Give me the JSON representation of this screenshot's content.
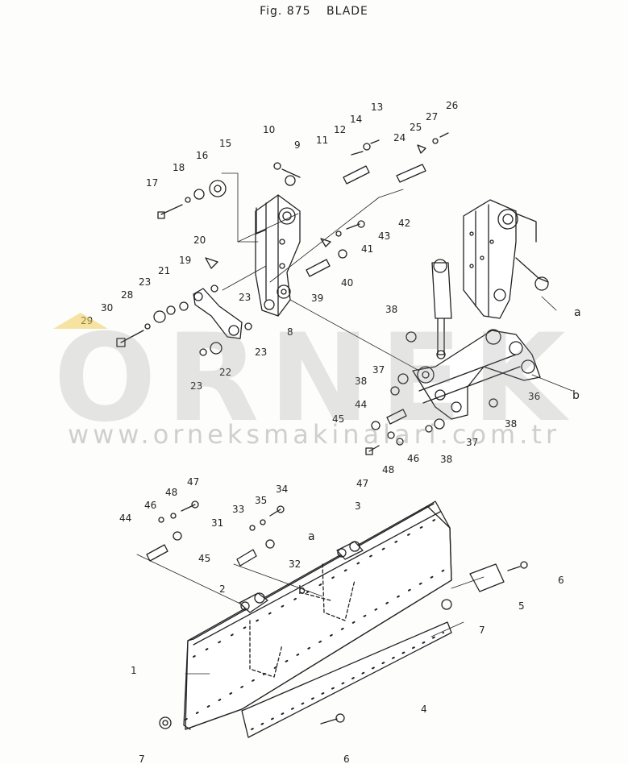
{
  "header": {
    "fig_number": "Fig. 875",
    "title": "BLADE"
  },
  "watermark": {
    "brand": "ORNEK",
    "url": "www.orneksmakinalari.com.tr"
  },
  "callouts": {
    "n1": "1",
    "n2": "2",
    "n3": "3",
    "n4": "4",
    "n5": "5",
    "n6a": "6",
    "n6b": "6",
    "n7a": "7",
    "n7b": "7",
    "n8": "8",
    "n9": "9",
    "n10": "10",
    "n11": "11",
    "n12": "12",
    "n13": "13",
    "n14": "14",
    "n15": "15",
    "n16": "16",
    "n17": "17",
    "n18": "18",
    "n19": "19",
    "n20": "20",
    "n21": "21",
    "n22": "22",
    "n23a": "23",
    "n23b": "23",
    "n23c": "23",
    "n23d": "23",
    "n24": "24",
    "n25": "25",
    "n26": "26",
    "n27": "27",
    "n28": "28",
    "n29": "29",
    "n30": "30",
    "n31": "31",
    "n32": "32",
    "n33": "33",
    "n34": "34",
    "n35": "35",
    "n36": "36",
    "n37a": "37",
    "n37b": "37",
    "n38a": "38",
    "n38b": "38",
    "n38c": "38",
    "n38d": "38",
    "n39": "39",
    "n40": "40",
    "n41": "41",
    "n42": "42",
    "n43": "43",
    "n44a": "44",
    "n44b": "44",
    "n45a": "45",
    "n45b": "45",
    "n46a": "46",
    "n46b": "46",
    "n47a": "47",
    "n47b": "47",
    "n48a": "48",
    "n48b": "48"
  },
  "ref_letters": {
    "a1": "a",
    "a2": "a",
    "b1": "b",
    "b2": "b"
  }
}
